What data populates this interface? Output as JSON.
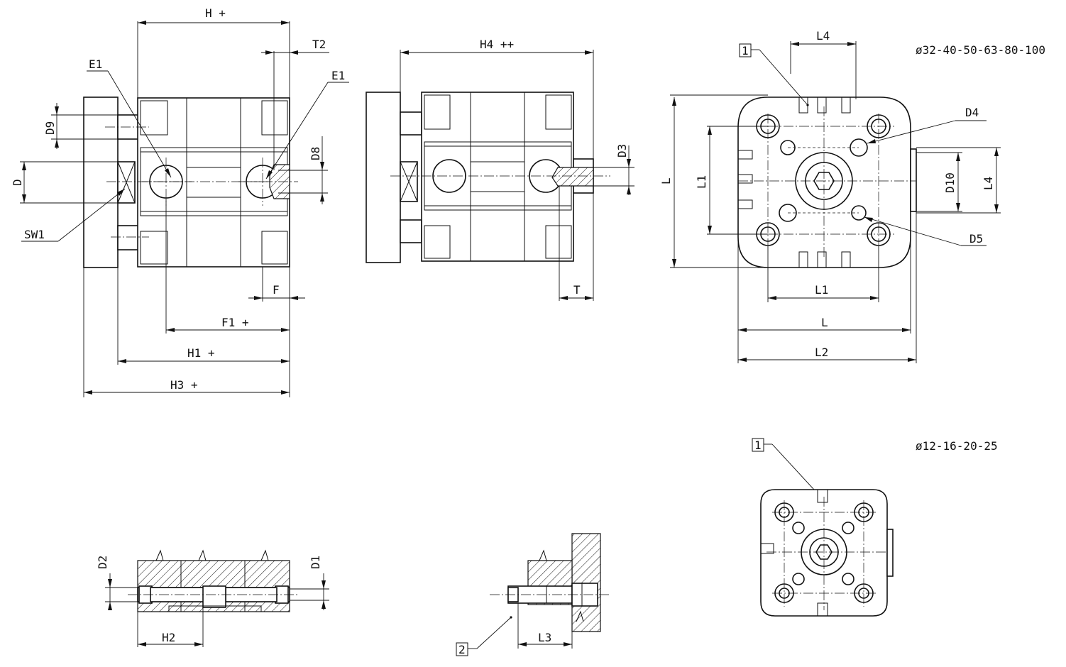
{
  "views": {
    "side": {
      "H": "H +",
      "T2": "T2",
      "E1_left": "E1",
      "E1_right": "E1",
      "D9": "D9",
      "D8": "D8",
      "D": "D",
      "SW1": "SW1",
      "F": "F",
      "F1": "F1 +",
      "H1": "H1 +",
      "H3": "H3 +"
    },
    "rod_view": {
      "H4": "H4 ++",
      "D3": "D3",
      "T": "T"
    },
    "front_large": {
      "bore_sizes": "ø32-40-50-63-80-100",
      "callout": "1",
      "L4_top": "L4",
      "L4_side": "L4",
      "D4": "D4",
      "D5": "D5",
      "L1_side": "L1",
      "L1_bottom": "L1",
      "L_side": "L",
      "L_bottom": "L",
      "L2": "L2",
      "D10": "D10"
    },
    "front_small": {
      "bore_sizes": "ø12-16-20-25",
      "callout": "1"
    },
    "section_bottom": {
      "D2": "D2",
      "D1": "D1",
      "H2": "H2"
    },
    "mount_detail": {
      "callout": "2",
      "L3": "L3"
    }
  }
}
